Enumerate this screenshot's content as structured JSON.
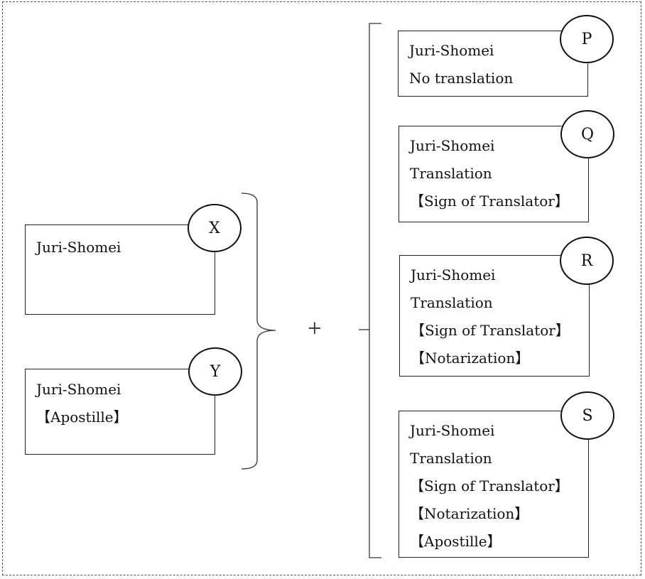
{
  "left_boxes": [
    {
      "label": "X",
      "lines": [
        "Juri-Shomei"
      ]
    },
    {
      "label": "Y",
      "lines": [
        "Juri-Shomei",
        "【Apostille】"
      ]
    }
  ],
  "operator": "+",
  "right_boxes": [
    {
      "label": "P",
      "lines": [
        "Juri-Shomei",
        "No translation"
      ]
    },
    {
      "label": "Q",
      "lines": [
        "Juri-Shomei",
        "Translation",
        "【Sign of Translator】"
      ]
    },
    {
      "label": "R",
      "lines": [
        "Juri-Shomei",
        "Translation",
        "【Sign of Translator】",
        "【Notarization】"
      ]
    },
    {
      "label": "S",
      "lines": [
        "Juri-Shomei",
        "Translation",
        "【Sign of Translator】",
        "【Notarization】",
        "【Apostille】"
      ]
    }
  ]
}
